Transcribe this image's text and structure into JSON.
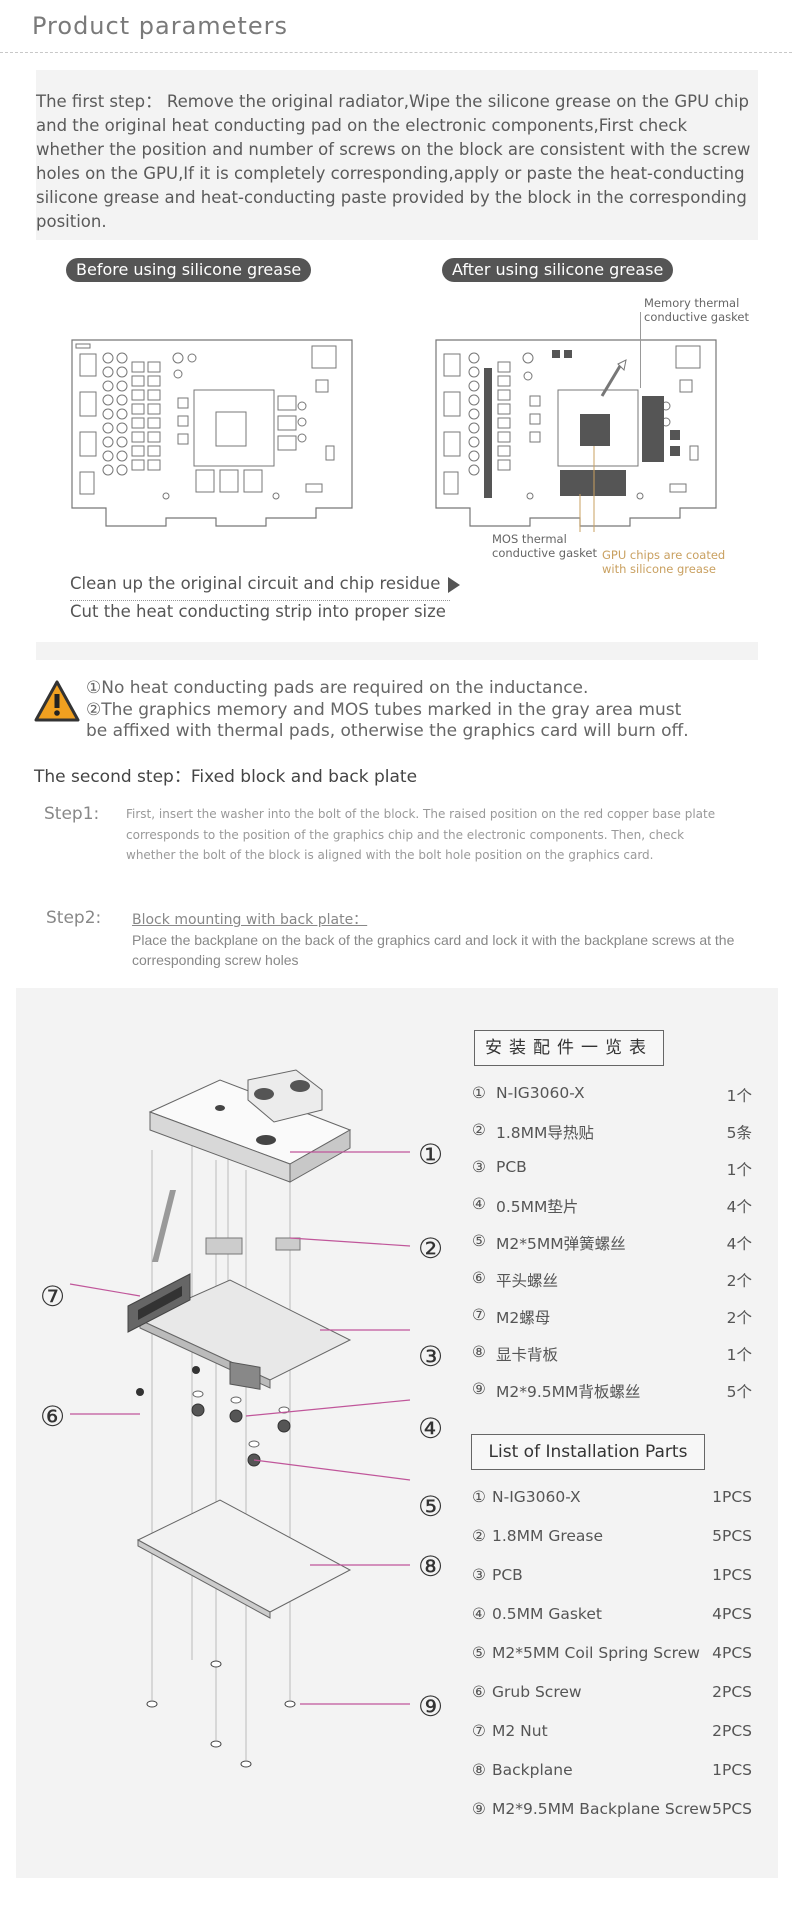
{
  "header": {
    "title": "Product parameters"
  },
  "step1": {
    "text": "The first step： Remove the original radiator,Wipe the silicone grease on the GPU chip and the original heat conducting pad on the electronic components,First check whether the position and number of screws on the block are consistent with the screw holes on the GPU,If it is completely corresponding,apply or paste the heat-conducting silicone grease and heat-conducting paste provided by the block in the corresponding position."
  },
  "diagram": {
    "before_label": "Before using silicone grease",
    "after_label": "After using silicone grease",
    "memory_gasket_line1": "Memory thermal",
    "memory_gasket_line2": "conductive gasket",
    "mos_gasket_line1": "MOS thermal",
    "mos_gasket_line2": "conductive gasket",
    "gpu_coated_line1": "GPU chips are coated",
    "gpu_coated_line2": "with silicone grease",
    "clean_up": "Clean up the original circuit and chip residue",
    "cut_strip": "Cut the heat conducting strip into proper size"
  },
  "warnings": {
    "item1": "①No heat conducting pads are required on the inductance.",
    "item2": "②The graphics memory and MOS tubes marked in the gray area must be affixed with thermal pads, otherwise the graphics card will burn off."
  },
  "step2": {
    "title": "The second step：Fixed block and back plate",
    "s1_label": "Step1:",
    "s1_text": "First, insert the washer into the bolt of the block. The raised position on the red copper base plate corresponds to the position of the graphics chip and the electronic components. Then, check whether the bolt of the block is aligned with the bolt hole position on the graphics card.",
    "s2_label": "Step2:",
    "s2_heading": "Block mounting with back plate：",
    "s2_text": "Place the backplane on the back of the graphics card and lock it with the backplane screws at the corresponding screw holes"
  },
  "parts_cn": {
    "title": "安装配件一览表",
    "items": [
      {
        "num": "①",
        "name": "N-IG3060-X",
        "qty": "1个"
      },
      {
        "num": "②",
        "name": "1.8MM导热贴",
        "qty": "5条"
      },
      {
        "num": "③",
        "name": "PCB",
        "qty": "1个"
      },
      {
        "num": "④",
        "name": "0.5MM垫片",
        "qty": "4个"
      },
      {
        "num": "⑤",
        "name": "M2*5MM弹簧螺丝",
        "qty": "4个"
      },
      {
        "num": "⑥",
        "name": "平头螺丝",
        "qty": "2个"
      },
      {
        "num": "⑦",
        "name": "M2螺母",
        "qty": "2个"
      },
      {
        "num": "⑧",
        "name": "显卡背板",
        "qty": "1个"
      },
      {
        "num": "⑨",
        "name": "M2*9.5MM背板螺丝",
        "qty": "5个"
      }
    ]
  },
  "parts_en": {
    "title": "List of Installation Parts",
    "items": [
      {
        "num": "①",
        "name": "N-IG3060-X",
        "qty": "1PCS"
      },
      {
        "num": "②",
        "name": "1.8MM Grease",
        "qty": "5PCS"
      },
      {
        "num": "③",
        "name": "PCB",
        "qty": "1PCS"
      },
      {
        "num": "④",
        "name": "0.5MM Gasket",
        "qty": "4PCS"
      },
      {
        "num": "⑤",
        "name": "M2*5MM Coil Spring Screw",
        "qty": "4PCS"
      },
      {
        "num": "⑥",
        "name": "Grub  Screw",
        "qty": "2PCS"
      },
      {
        "num": "⑦",
        "name": "M2  Nut",
        "qty": "2PCS"
      },
      {
        "num": "⑧",
        "name": "Backplane",
        "qty": "1PCS"
      },
      {
        "num": "⑨",
        "name": "M2*9.5MM Backplane Screw",
        "qty": "5PCS"
      }
    ]
  },
  "callouts": [
    "①",
    "②",
    "③",
    "④",
    "⑤",
    "⑥",
    "⑦",
    "⑧",
    "⑨"
  ],
  "colors": {
    "callout_line": "#c0569a",
    "pill_bg": "#555555",
    "panel_bg": "#f3f3f3",
    "gold": "#c9a060",
    "warning": "#f0a020"
  }
}
